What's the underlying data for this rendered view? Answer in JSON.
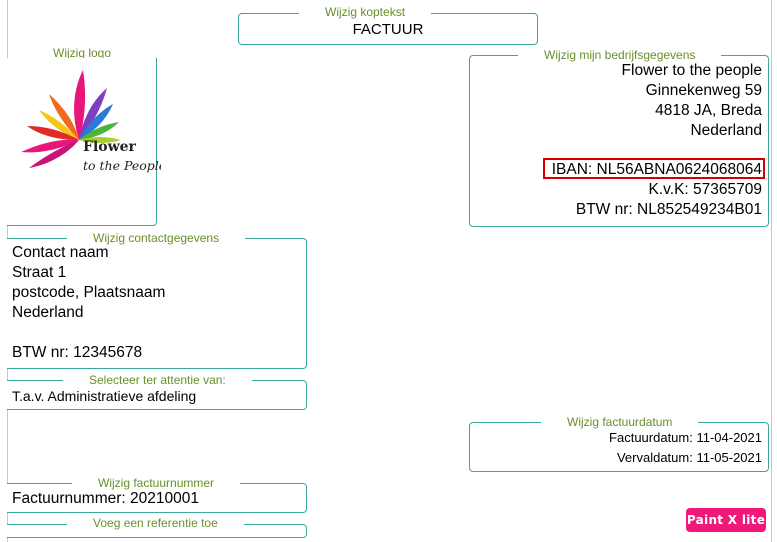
{
  "heading": {
    "legend": "Wijzig koptekst",
    "title": "FACTUUR"
  },
  "logo": {
    "legend": "Wijzig logo",
    "brand_line1": "Flower",
    "brand_line2": "to the People"
  },
  "company": {
    "legend": "Wijzig mijn bedrijfsgegevens",
    "lines": [
      "Flower to the people",
      "Ginnekenweg 59",
      "4818 JA, Breda",
      "Nederland"
    ],
    "iban": "IBAN: NL56ABNA0624068064",
    "kvk": "K.v.K: 57365709",
    "btw": "BTW nr: NL852549234B01",
    "highlight_color": "#d40000"
  },
  "contact": {
    "legend": "Wijzig contactgegevens",
    "lines": [
      "Contact naam",
      "Straat 1",
      "postcode, Plaatsnaam",
      "Nederland"
    ],
    "btw": "BTW nr: 12345678"
  },
  "attention": {
    "legend": "Selecteer ter attentie van:",
    "value": "T.a.v. Administratieve afdeling"
  },
  "dates": {
    "legend": "Wijzig factuurdatum",
    "invoice_date": "Factuurdatum: 11-04-2021",
    "due_date": "Vervaldatum: 11-05-2021"
  },
  "invoice_number": {
    "legend": "Wijzig factuurnummer",
    "value": "Factuurnummer: 20210001"
  },
  "reference": {
    "legend": "Voeg een referentie toe"
  },
  "badge": {
    "label": "Paint X lite",
    "color": "#f0197a"
  },
  "colors": {
    "border": "#3aa89c",
    "legend": "#6a8f2a"
  }
}
